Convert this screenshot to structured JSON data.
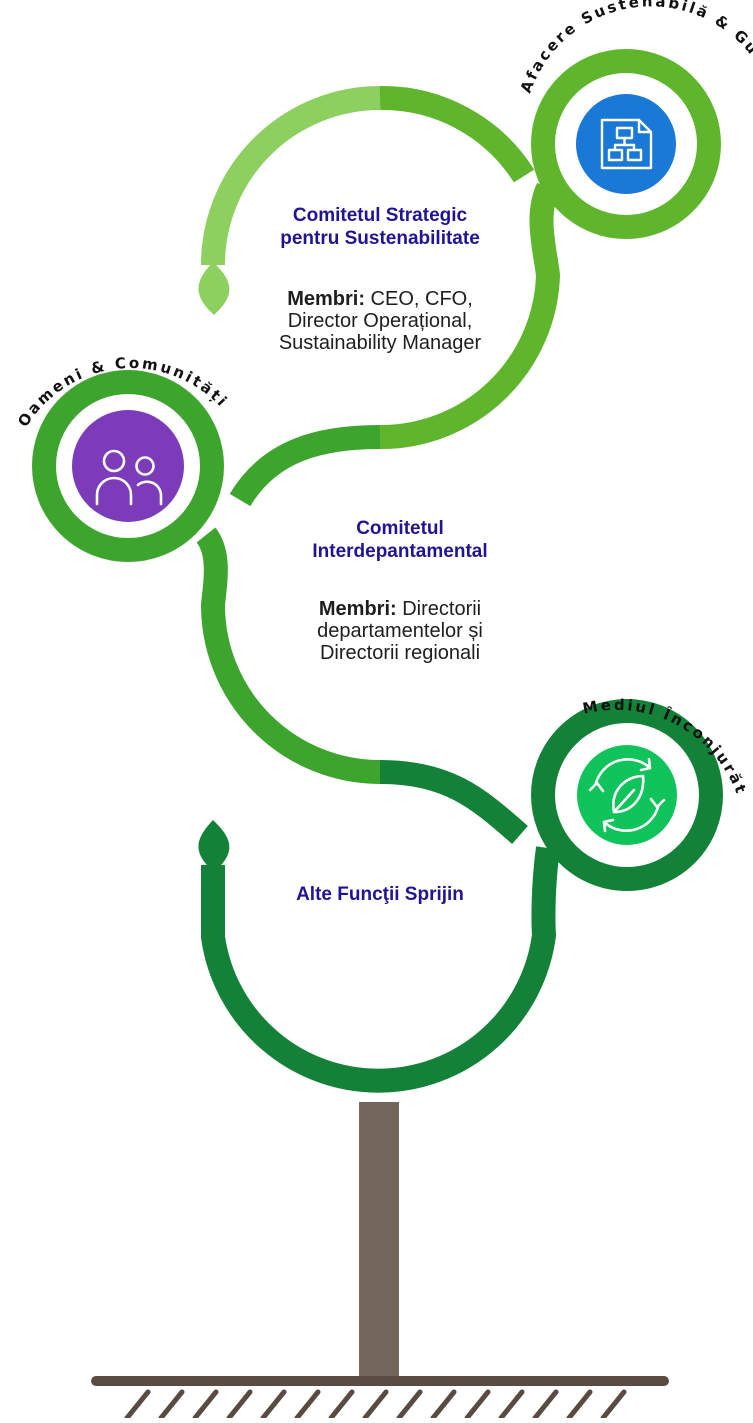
{
  "committees": {
    "strategic": {
      "title_line1": "Comitetul Strategic",
      "title_line2": "pentru Sustenabilitate",
      "members_label": "Membri:",
      "members_line1": " CEO, CFO,",
      "members_line2": "Director Operațional,",
      "members_line3": "Sustainability Manager"
    },
    "interdepartmental": {
      "title_line1": "Comitetul",
      "title_line2": "Interdepantamental",
      "members_label": "Membri:",
      "members_line1": " Directorii",
      "members_line2": "departamentelor și",
      "members_line3": "Directorii regionali"
    },
    "support": {
      "title": "Alte Funcţii Sprijin"
    }
  },
  "pillars": {
    "business": {
      "label": "Afacere Sustenabilă & Guvernanță",
      "icon": "sitemap-document-icon",
      "color": "#1a78d6"
    },
    "people": {
      "label": "Oameni & Comunități",
      "icon": "people-icon",
      "color": "#7c3cba"
    },
    "environment": {
      "label": "Mediul Înconjurător",
      "icon": "leaf-recycle-icon",
      "color": "#10c35a"
    }
  },
  "colors": {
    "light_green": "#8ed060",
    "mid_green": "#5fb52c",
    "green": "#3da42e",
    "dark_green": "#138238",
    "trunk": "#72665a",
    "ground": "#5a4b42",
    "title_text": "#1f1496"
  }
}
